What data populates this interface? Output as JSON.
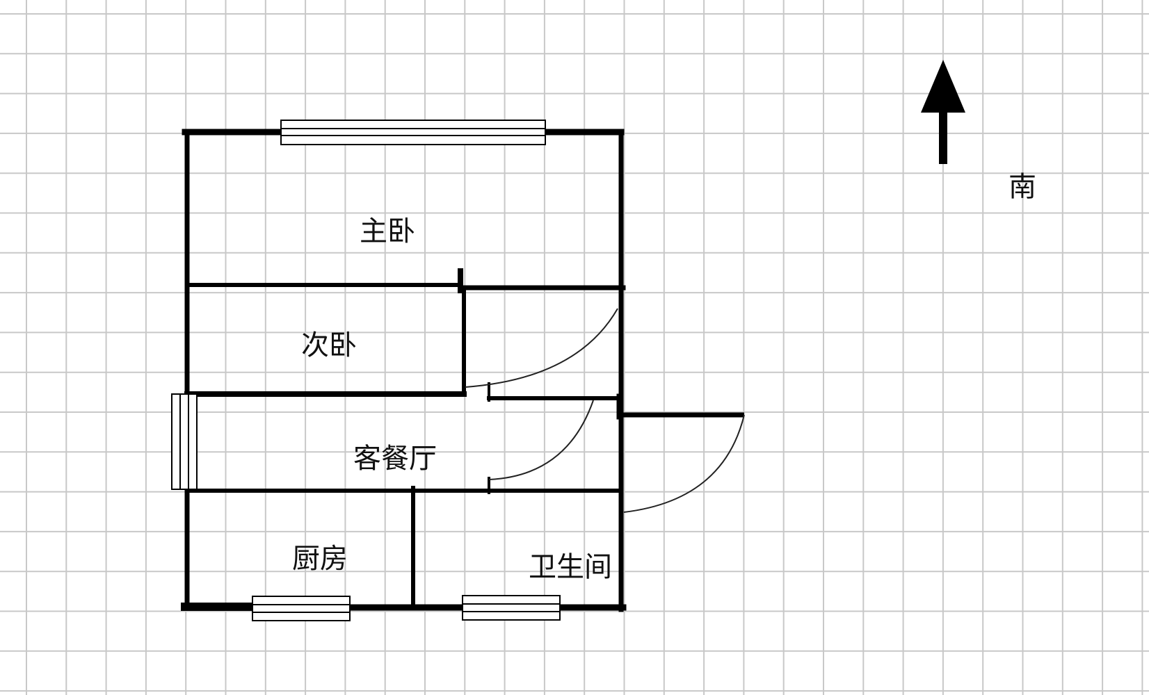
{
  "floor_plan": {
    "rooms": {
      "master_bedroom": "主卧",
      "second_bedroom": "次卧",
      "living_dining": "客餐厅",
      "kitchen": "厨房",
      "bathroom": "卫生间"
    },
    "compass": {
      "label": "南",
      "arrow_icon": "up-arrow-icon"
    }
  },
  "colors": {
    "grid_line": "#c8c8c8",
    "wall": "#000000",
    "background": "#ffffff"
  }
}
